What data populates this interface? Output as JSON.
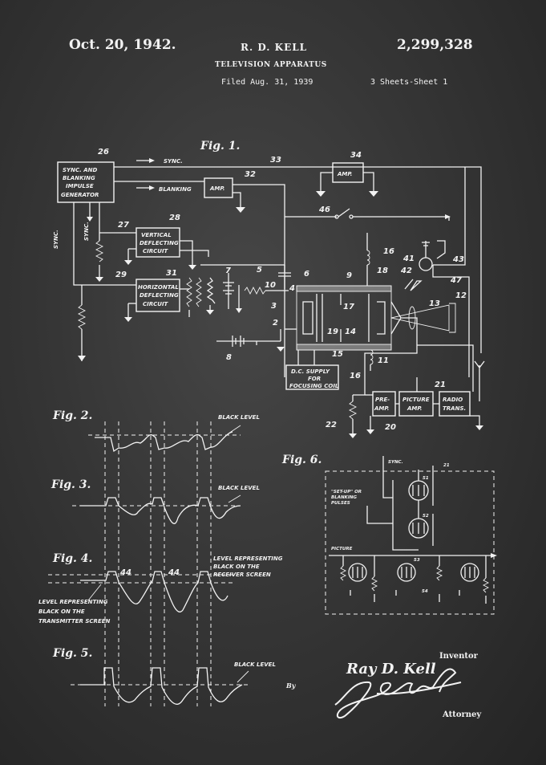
{
  "header": {
    "date": "Oct. 20, 1942.",
    "inventor_name": "R. D. KELL",
    "patent_number": "2,299,328",
    "title": "TELEVISION APPARATUS",
    "filed": "Filed Aug. 31, 1939",
    "sheets": "3 Sheets-Sheet 1"
  },
  "figures": {
    "fig1": "Fig. 1.",
    "fig2": "Fig. 2.",
    "fig3": "Fig. 3.",
    "fig4": "Fig. 4.",
    "fig5": "Fig. 5.",
    "fig6": "Fig. 6."
  },
  "fig1": {
    "sync_gen": [
      "SYNC. AND",
      "BLANKING",
      "IMPULSE",
      "GENERATOR"
    ],
    "sync": "SYNC.",
    "blanking": "BLANKING",
    "amp": "AMP.",
    "vertical_defl": [
      "VERTICAL",
      "DEFLECTING",
      "CIRCUIT"
    ],
    "horizontal_defl": [
      "HORIZONTAL",
      "DEFLECTING",
      "CIRCUIT"
    ],
    "dc_supply": [
      "D.C. SUPPLY",
      "FOR",
      "FOCUSING COIL"
    ],
    "pre_amp": [
      "PRE-",
      "AMP."
    ],
    "picture_amp": [
      "PICTURE",
      "AMP."
    ],
    "radio_trans": [
      "RADIO",
      "TRANS."
    ],
    "numbers": [
      "26",
      "33",
      "34",
      "32",
      "46",
      "27",
      "28",
      "16",
      "41",
      "43",
      "7",
      "5",
      "6",
      "29",
      "31",
      "10",
      "4",
      "9",
      "18",
      "42",
      "47",
      "13",
      "12",
      "3",
      "17",
      "2",
      "19",
      "14",
      "11",
      "8",
      "15",
      "16",
      "21",
      "22",
      "20"
    ]
  },
  "waveforms": {
    "black_level": "BLACK LEVEL",
    "level_receiver": [
      "LEVEL REPRESENTING",
      "BLACK ON THE",
      "RECEIVER SCREEN"
    ],
    "level_transmitter": [
      "LEVEL REPRESENTING",
      "BLACK ON THE",
      "TRANSMITTER SCREEN"
    ],
    "marker_44": "44"
  },
  "fig6": {
    "sync": "SYNC.",
    "setup": [
      "\"SET-UP\" OR",
      "BLANKING",
      "PULSES"
    ],
    "picture": "PICTURE",
    "numbers": [
      "21",
      "51",
      "52",
      "53",
      "54"
    ]
  },
  "signature": {
    "inventor_label": "Inventor",
    "name": "Ray D. Kell",
    "by": "By",
    "attorney_label": "Attorney"
  }
}
